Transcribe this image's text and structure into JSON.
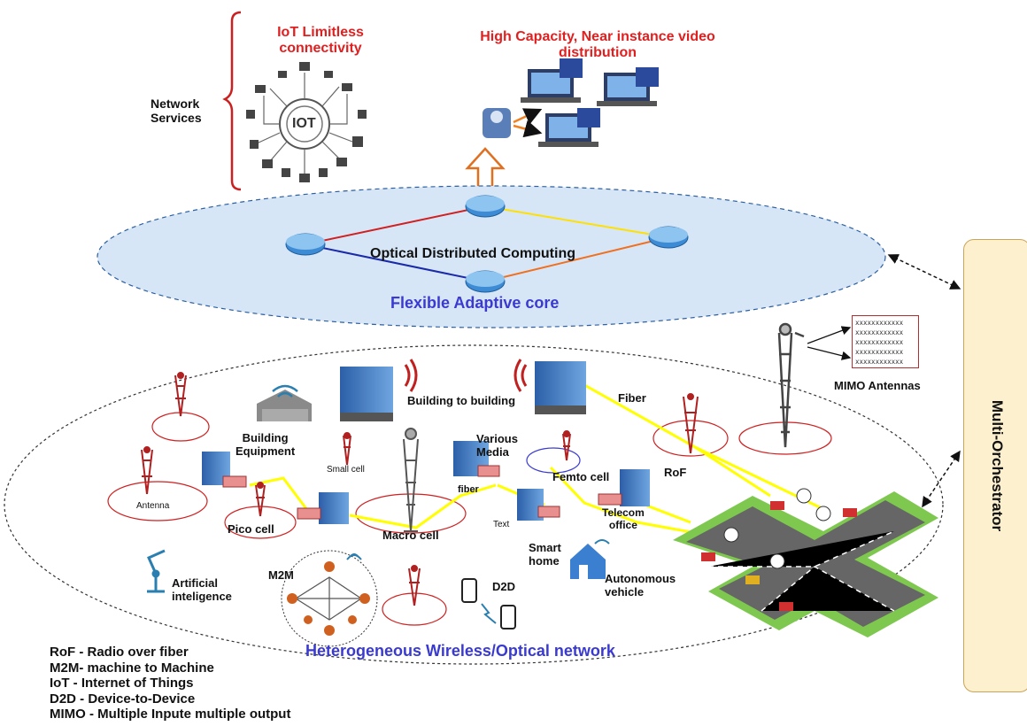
{
  "diagram": {
    "network_services": {
      "bracket_label_line1": "Network",
      "bracket_label_line2": "Services"
    },
    "iot": {
      "title_line1": "IoT Limitless",
      "title_line2": "connectivity",
      "hub_text": "IOT"
    },
    "video": {
      "title_line1": "High Capacity, Near instance video",
      "title_line2": "distribution"
    },
    "core": {
      "center_label": "Optical Distributed Computing",
      "name": "Flexible Adaptive core"
    },
    "access": {
      "name": "Heterogeneous Wireless/Optical network",
      "labels": {
        "building_to_building": "Building to building",
        "fiber_top": "Fiber",
        "building_equipment_1": "Building",
        "building_equipment_2": "Equipment",
        "small_cell": "Small cell",
        "antenna": "Antenna",
        "pico_cell": "Pico cell",
        "macro_cell": "Macro cell",
        "various_media_1": "Various",
        "various_media_2": "Media",
        "fiber_small": "fiber",
        "femto_cell": "Femto cell",
        "text_link": "Text",
        "telecom_1": "Telecom",
        "telecom_2": "office",
        "rof": "RoF",
        "mimo_antennas": "MIMO Antennas",
        "ai_1": "Artificial",
        "ai_2": "inteligence",
        "m2m": "M2M",
        "d2d": "D2D",
        "smart_home_1": "Smart",
        "smart_home_2": "home",
        "autonomous_1": "Autonomous",
        "autonomous_2": "vehicle"
      },
      "mimo_matrix_rows": [
        "xxxxxxxxxxxx",
        "xxxxxxxxxxxx",
        "xxxxxxxxxxxx",
        "xxxxxxxxxxxx",
        "xxxxxxxxxxxx"
      ]
    },
    "orchestrator": "Multi-Orchestrator",
    "legend": [
      "RoF - Radio over fiber",
      "M2M- machine to Machine",
      "IoT - Internet of Things",
      "D2D - Device-to-Device",
      "MIMO - Multiple Inpute multiple output"
    ],
    "colors": {
      "accent_red": "#e02020",
      "label_blue": "#3a3ad0",
      "core_fill": "#d6e6f7",
      "fiber_yellow": "#ffff00",
      "router_blue": "#3d8bd4",
      "orchestrator_fill": "#fdf0cf"
    }
  }
}
